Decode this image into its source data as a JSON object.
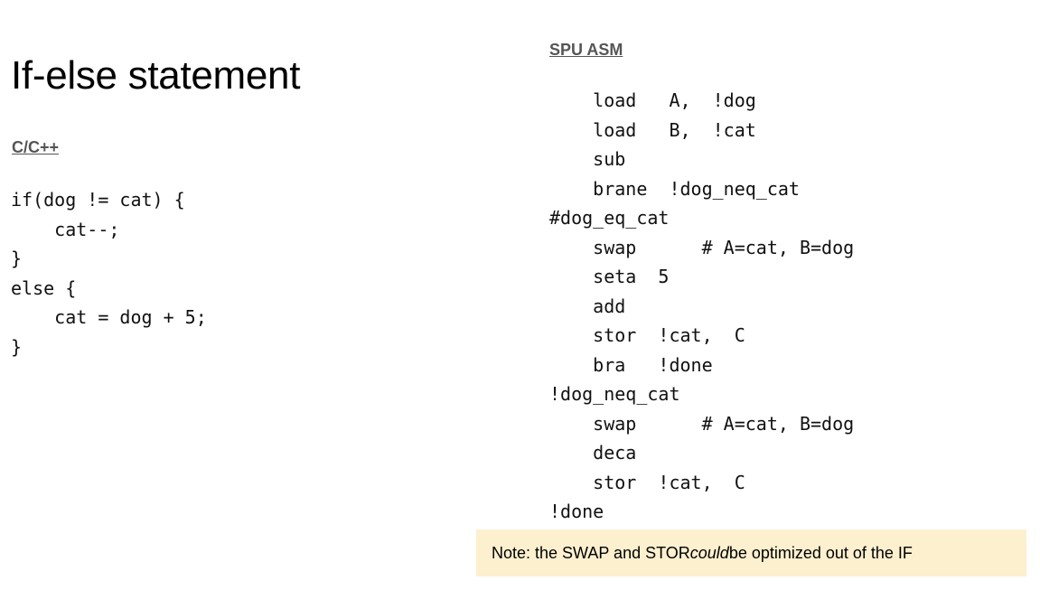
{
  "slide": {
    "title": "If-else statement"
  },
  "c_section": {
    "label": "C/C++",
    "lines": [
      "if(dog != cat) {",
      "    cat--;",
      "}",
      "else {",
      "    cat = dog + 5;",
      "}"
    ]
  },
  "asm_section": {
    "label": "SPU ASM",
    "lines": [
      "    load   A,  !dog",
      "    load   B,  !cat",
      "    sub",
      "    brane  !dog_neq_cat",
      "#dog_eq_cat",
      "    swap      # A=cat, B=dog",
      "    seta  5",
      "    add",
      "    stor  !cat,  C",
      "    bra   !done",
      "!dog_neq_cat",
      "    swap      # A=cat, B=dog",
      "    deca",
      "    stor  !cat,  C",
      "!done"
    ]
  },
  "note": {
    "before": "Note: the SWAP and STOR ",
    "emphasis": "could",
    "after": " be optimized out of the IF",
    "background": "#fdf0cf"
  }
}
